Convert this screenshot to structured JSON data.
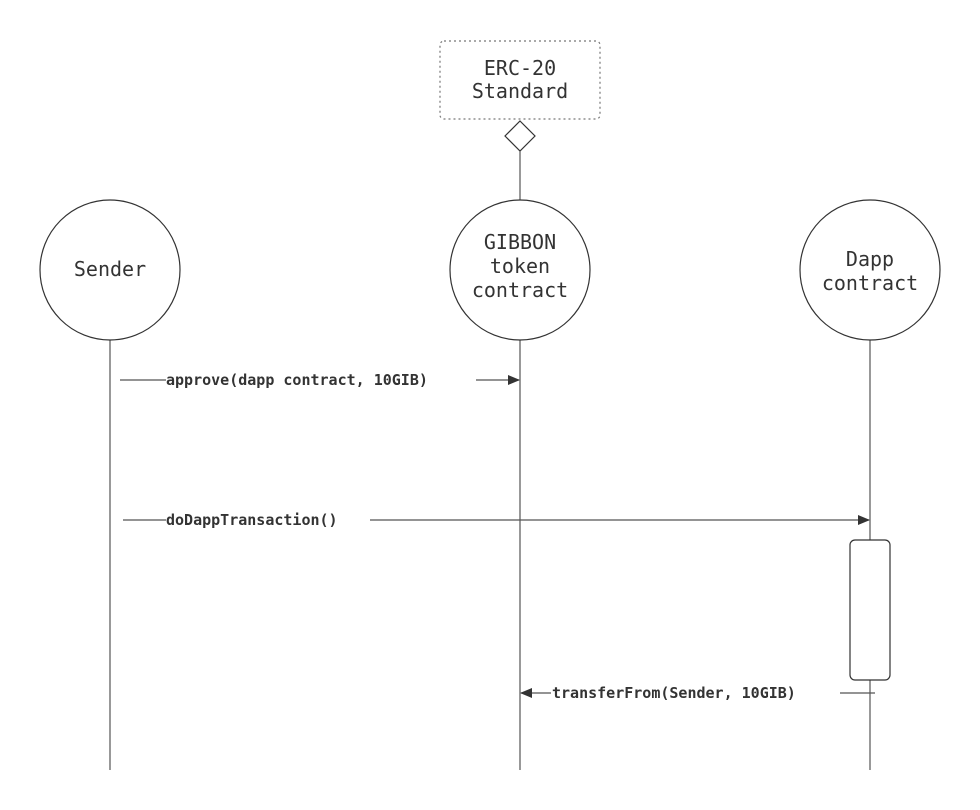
{
  "diagram": {
    "standard_box": {
      "line1": "ERC-20",
      "line2": "Standard"
    },
    "actors": {
      "sender": {
        "label": "Sender"
      },
      "token": {
        "line1": "GIBBON",
        "line2": "token",
        "line3": "contract"
      },
      "dapp": {
        "line1": "Dapp",
        "line2": "contract"
      }
    },
    "messages": {
      "approve": {
        "label": "approve(dapp contract, 10GIB)"
      },
      "do_dapp": {
        "label": "doDappTransaction()"
      },
      "transfer_from": {
        "label": "transferFrom(Sender, 10GIB)"
      }
    }
  }
}
